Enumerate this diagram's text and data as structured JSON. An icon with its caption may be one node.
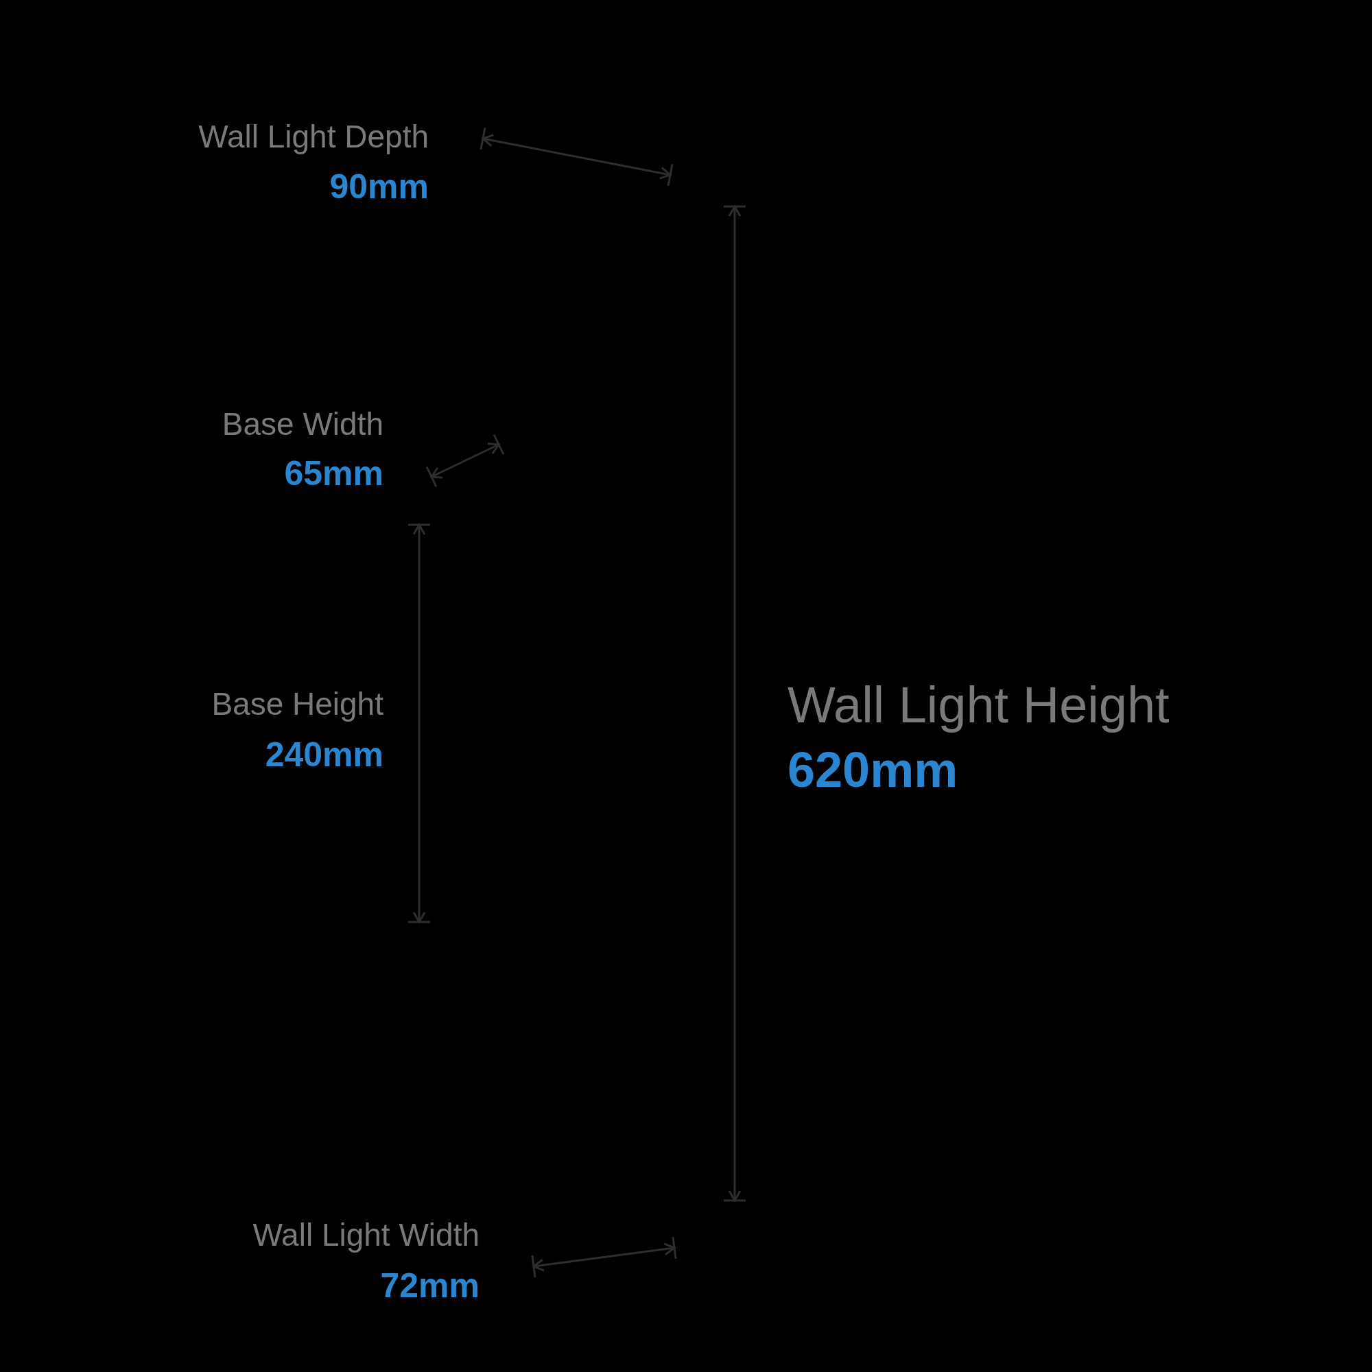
{
  "diagram": {
    "labels": [
      "Wall Light Depth",
      "90mm",
      "Base Width",
      "65mm",
      "Base Height",
      "240mm",
      "Wall Light Height",
      "620mm",
      "Wall Light Width",
      "72mm"
    ]
  }
}
